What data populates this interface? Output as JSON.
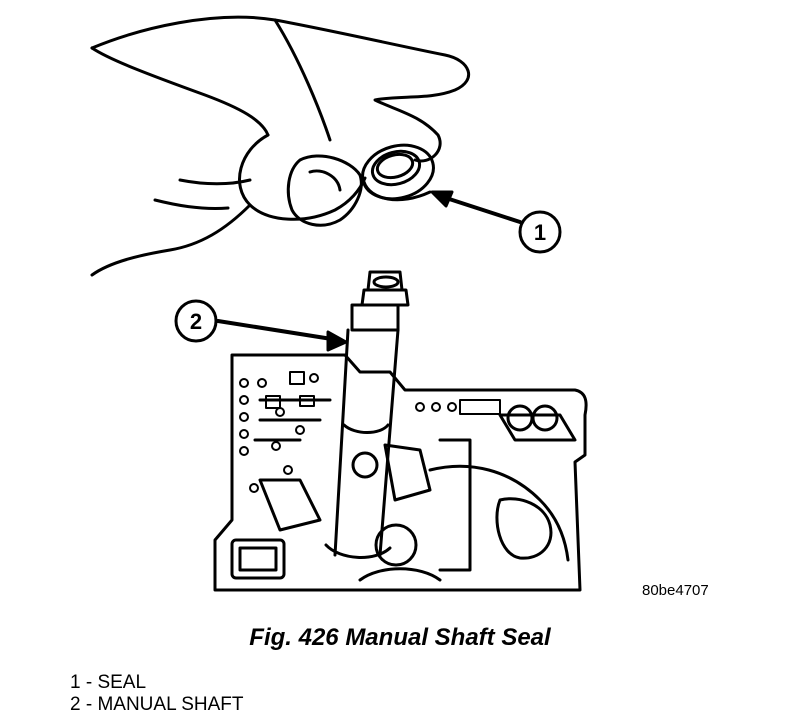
{
  "figure": {
    "callouts": [
      "1",
      "2"
    ],
    "image_id": "80be4707",
    "caption": "Fig. 426 Manual Shaft Seal"
  },
  "legend": {
    "items": [
      "1 - SEAL",
      "2 - MANUAL SHAFT"
    ]
  }
}
